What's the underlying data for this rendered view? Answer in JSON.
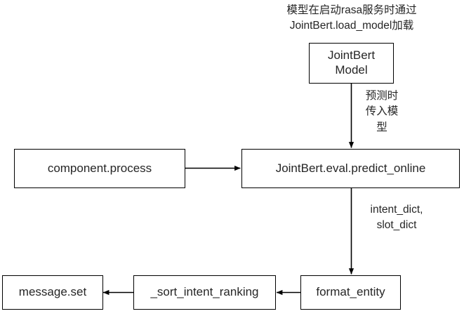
{
  "diagram": {
    "type": "flowchart",
    "title_annotation": "模型在启动rasa服务时通过\nJointBert.load_model加载",
    "background_color": "#ffffff",
    "line_color": "#000000",
    "text_color": "#262626",
    "nodes": [
      {
        "id": "jointbert_model",
        "label": "JointBert\nModel"
      },
      {
        "id": "component_process",
        "label": "component.process"
      },
      {
        "id": "predict_online",
        "label": "JointBert.eval.predict_online"
      },
      {
        "id": "format_entity",
        "label": "format_entity"
      },
      {
        "id": "sort_intent_ranking",
        "label": "_sort_intent_ranking"
      },
      {
        "id": "message_set",
        "label": "message.set"
      }
    ],
    "edge_labels": {
      "model_to_predict": "预测时\n传入模\n型",
      "predict_to_format": "intent_dict,\nslot_dict"
    }
  }
}
